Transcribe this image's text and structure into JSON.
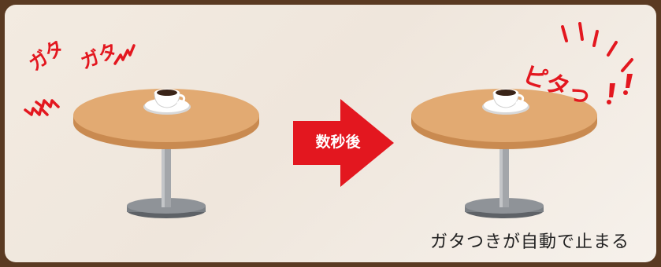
{
  "arrow": {
    "label": "数秒後"
  },
  "caption": {
    "text": "ガタつきが自動で止まる"
  },
  "sound_effects": {
    "left_1": "ガタ",
    "left_2": "ガタ",
    "right": "ピタっ"
  },
  "colors": {
    "accent": "#e3171f",
    "table_top": "#e2aa72",
    "table_edge": "#c98a50",
    "pole": "#9a9ca0",
    "base": "#6f7378",
    "frame": "#5a3a22"
  },
  "icons": [
    "coffee-cup-icon",
    "table-icon",
    "right-arrow-icon",
    "vibration-mark-icon",
    "exclamation-icon"
  ]
}
